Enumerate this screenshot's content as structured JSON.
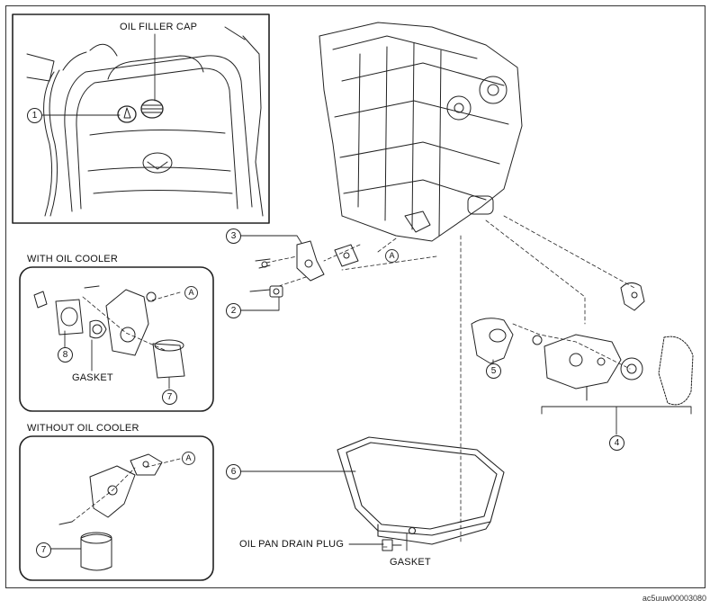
{
  "labels": {
    "oil_filler_cap": "OIL FILLER CAP",
    "with_oil_cooler": "WITH OIL COOLER",
    "without_oil_cooler": "WITHOUT OIL COOLER",
    "gasket": "GASKET",
    "oil_pan_drain_plug": "OIL PAN DRAIN PLUG",
    "drain_plug_gasket": "GASKET"
  },
  "callouts": {
    "c1": "1",
    "c2": "2",
    "c3": "3",
    "c4": "4",
    "c5": "5",
    "c6": "6",
    "c7a": "7",
    "c7b": "7",
    "c8": "8"
  },
  "ref_marks": {
    "a_engine": "A",
    "a_with_cooler": "A",
    "a_without_cooler": "A"
  },
  "figure_code": "ac5uuw00003080"
}
